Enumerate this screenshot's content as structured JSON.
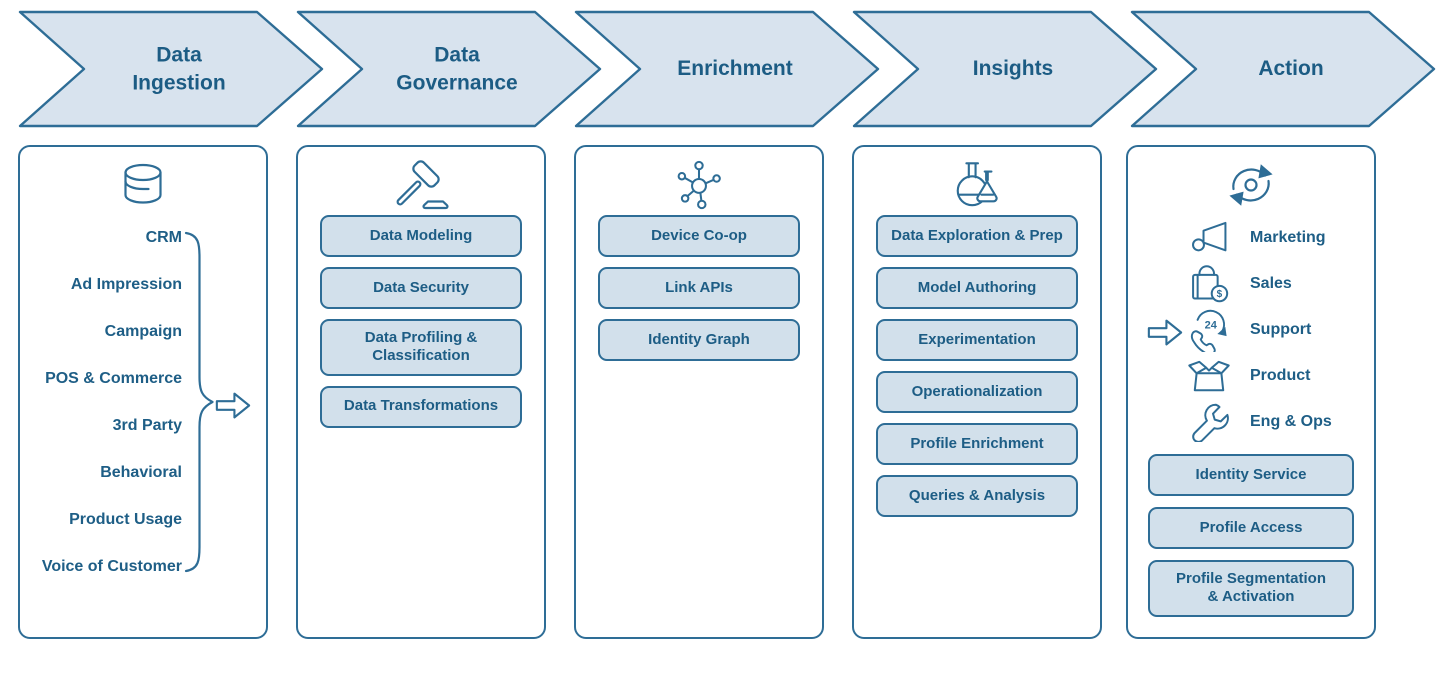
{
  "stages": [
    {
      "label": "Data Ingestion",
      "lines": [
        "Data",
        "Ingestion"
      ]
    },
    {
      "label": "Data Governance",
      "lines": [
        "Data",
        "Governance"
      ]
    },
    {
      "label": "Enrichment",
      "lines": [
        "Enrichment"
      ]
    },
    {
      "label": "Insights",
      "lines": [
        "Insights"
      ]
    },
    {
      "label": "Action",
      "lines": [
        "Action"
      ]
    }
  ],
  "ingestion": {
    "icon": "database-icon",
    "sources": [
      "CRM",
      "Ad Impression",
      "Campaign",
      "POS & Commerce",
      "3rd Party",
      "Behavioral",
      "Product Usage",
      "Voice of Customer"
    ]
  },
  "governance": {
    "icon": "gavel-icon",
    "items": [
      "Data Modeling",
      "Data Security",
      "Data Profiling &\nClassification",
      "Data Transformations"
    ]
  },
  "enrichment": {
    "icon": "network-icon",
    "items": [
      "Device Co-op",
      "Link APIs",
      "Identity Graph"
    ]
  },
  "insights": {
    "icon": "flasks-icon",
    "items": [
      "Data Exploration & Prep",
      "Model Authoring",
      "Experimentation",
      "Operationalization",
      "Profile Enrichment",
      "Queries & Analysis"
    ]
  },
  "action": {
    "icon": "sync-arrows-icon",
    "channels": [
      {
        "icon": "megaphone-icon",
        "label": "Marketing"
      },
      {
        "icon": "shopping-bag-icon",
        "label": "Sales",
        "coin_symbol": "$"
      },
      {
        "icon": "phone-24-icon",
        "label": "Support",
        "badge": "24"
      },
      {
        "icon": "open-box-icon",
        "label": "Product"
      },
      {
        "icon": "wrench-icon",
        "label": "Eng & Ops"
      }
    ],
    "items": [
      "Identity Service",
      "Profile Access",
      "Profile Segmentation\n& Activation"
    ]
  },
  "colors": {
    "outline": "#2e6d96",
    "shape_fill": "#d8e3ee",
    "button_fill": "#d2e0eb",
    "text": "#1c5c84",
    "background": "#ffffff"
  }
}
